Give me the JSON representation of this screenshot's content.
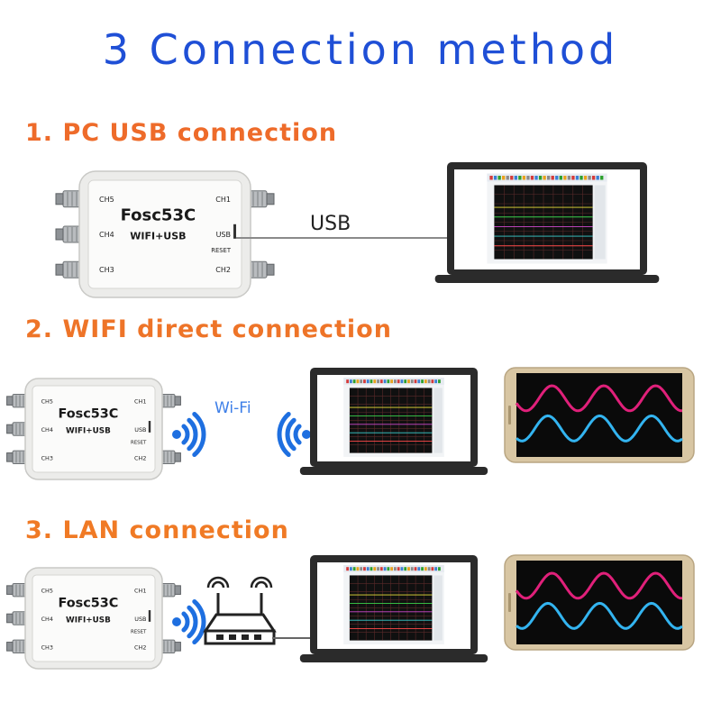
{
  "title": "3 Connection method",
  "sections": [
    {
      "label": "1. PC USB connection"
    },
    {
      "label": "2. WIFI direct connection"
    },
    {
      "label": "3. LAN connection"
    }
  ],
  "device": {
    "model": "Fosc53C",
    "subtitle": "WIFI+USB",
    "ports": {
      "ch1": "CH1",
      "ch2": "CH2",
      "ch3": "CH3",
      "ch4": "CH4",
      "ch5": "CH5",
      "usb": "USB",
      "reset": "RESET"
    }
  },
  "links": {
    "usb": "USB",
    "wifi": "Wi-Fi"
  },
  "colors": {
    "title": "#1f4fd6",
    "section": "#ee7428",
    "device_body": "#ececea",
    "laptop_frame": "#2b2b2b",
    "phone_frame": "#d8c6a3",
    "wave_magenta": "#e0207a",
    "wave_cyan": "#33b4f0",
    "wifi_blue": "#1e6fe0"
  }
}
